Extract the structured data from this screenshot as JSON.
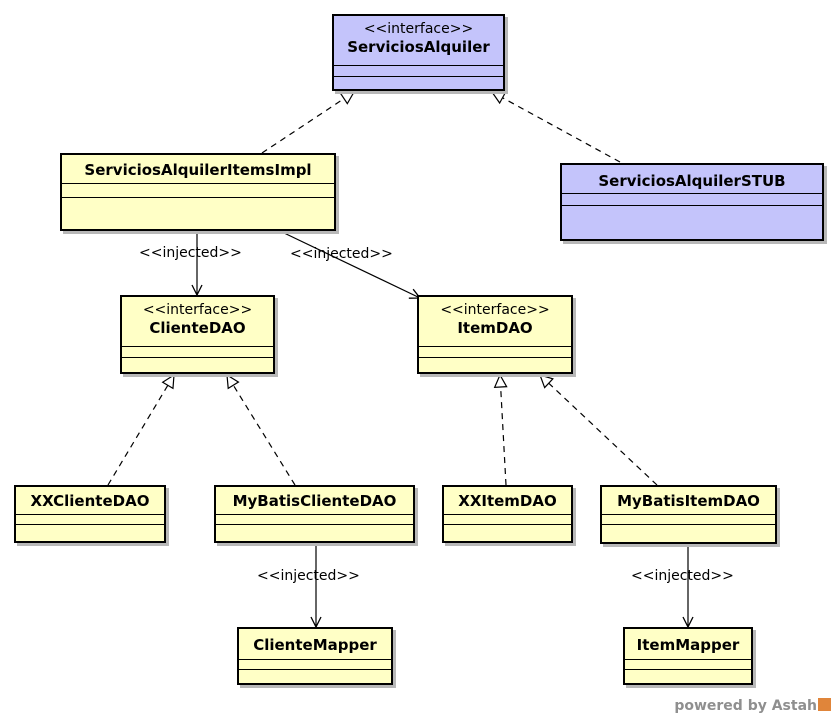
{
  "colors": {
    "class_fill": "#ffffc6",
    "interface_fill": "#c4c4fb",
    "line": "#000000"
  },
  "classes": {
    "servicios_alquiler": {
      "stereotype": "<<interface>>",
      "name": "ServiciosAlquiler"
    },
    "servicios_alquiler_items_impl": {
      "name": "ServiciosAlquilerItemsImpl"
    },
    "servicios_alquiler_stub": {
      "name": "ServiciosAlquilerSTUB"
    },
    "cliente_dao": {
      "stereotype": "<<interface>>",
      "name": "ClienteDAO"
    },
    "item_dao": {
      "stereotype": "<<interface>>",
      "name": "ItemDAO"
    },
    "xx_cliente_dao": {
      "name": "XXClienteDAO"
    },
    "mybatis_cliente_dao": {
      "name": "MyBatisClienteDAO"
    },
    "xx_item_dao": {
      "name": "XXItemDAO"
    },
    "mybatis_item_dao": {
      "name": "MyBatisItemDAO"
    },
    "cliente_mapper": {
      "name": "ClienteMapper"
    },
    "item_mapper": {
      "name": "ItemMapper"
    }
  },
  "labels": {
    "injected_cliente_dao": "<<injected>>",
    "injected_item_dao": "<<injected>>",
    "injected_cliente_mapper": "<<injected>>",
    "injected_item_mapper": "<<injected>>"
  },
  "footer": {
    "powered_by": "powered by Astah"
  }
}
